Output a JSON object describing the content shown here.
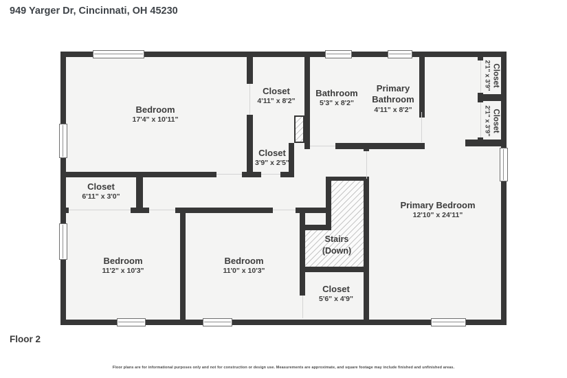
{
  "header": {
    "address": "949 Yarger Dr, Cincinnati, OH 45230"
  },
  "floor": {
    "label": "Floor 2"
  },
  "disclaimer": "Floor plans are for informational purposes only and not for construction or design use. Measurements are approximate, and square footage may include finished and unfinished areas.",
  "colors": {
    "wall": "#373737",
    "floor_fill": "#f4f4f3",
    "text": "#3c3c3c"
  },
  "rooms": [
    {
      "name": "Bedroom",
      "dims": "17'4\" x 10'11\""
    },
    {
      "name": "Closet",
      "dims": "4'11\" x 8'2\""
    },
    {
      "name": "Bathroom",
      "dims": "5'3\" x 8'2\""
    },
    {
      "name": "Primary Bathroom",
      "dims": "4'11\" x 8'2\""
    },
    {
      "name": "Closet",
      "dims": "2'1\" x 3'9\""
    },
    {
      "name": "Closet",
      "dims": "2'1\" x 3'9\""
    },
    {
      "name": "Closet",
      "dims": "3'9\" x 2'5\""
    },
    {
      "name": "Primary Bedroom",
      "dims": "12'10\" x 24'11\""
    },
    {
      "name": "Closet",
      "dims": "6'11\" x 3'0\""
    },
    {
      "name": "Bedroom",
      "dims": "11'2\" x 10'3\""
    },
    {
      "name": "Bedroom",
      "dims": "11'0\" x 10'3\""
    },
    {
      "name": "Stairs",
      "dims": "(Down)"
    },
    {
      "name": "Closet",
      "dims": "5'6\" x 4'9\""
    }
  ]
}
